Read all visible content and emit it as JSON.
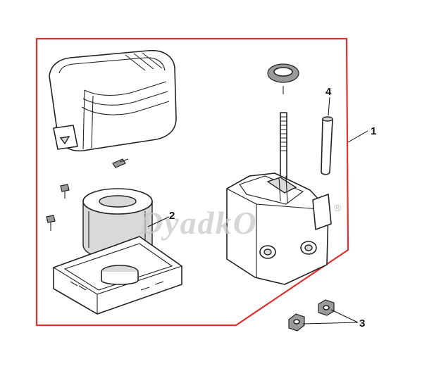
{
  "callouts": {
    "assembly": "1",
    "filter_element": "2",
    "nuts": "3",
    "tube": "4"
  },
  "watermark": {
    "text": "DyadkO",
    "registered_mark": "®"
  },
  "colors": {
    "outline_border": "#e03030",
    "line_art": "#222222",
    "watermark": "#c8c8c8"
  }
}
